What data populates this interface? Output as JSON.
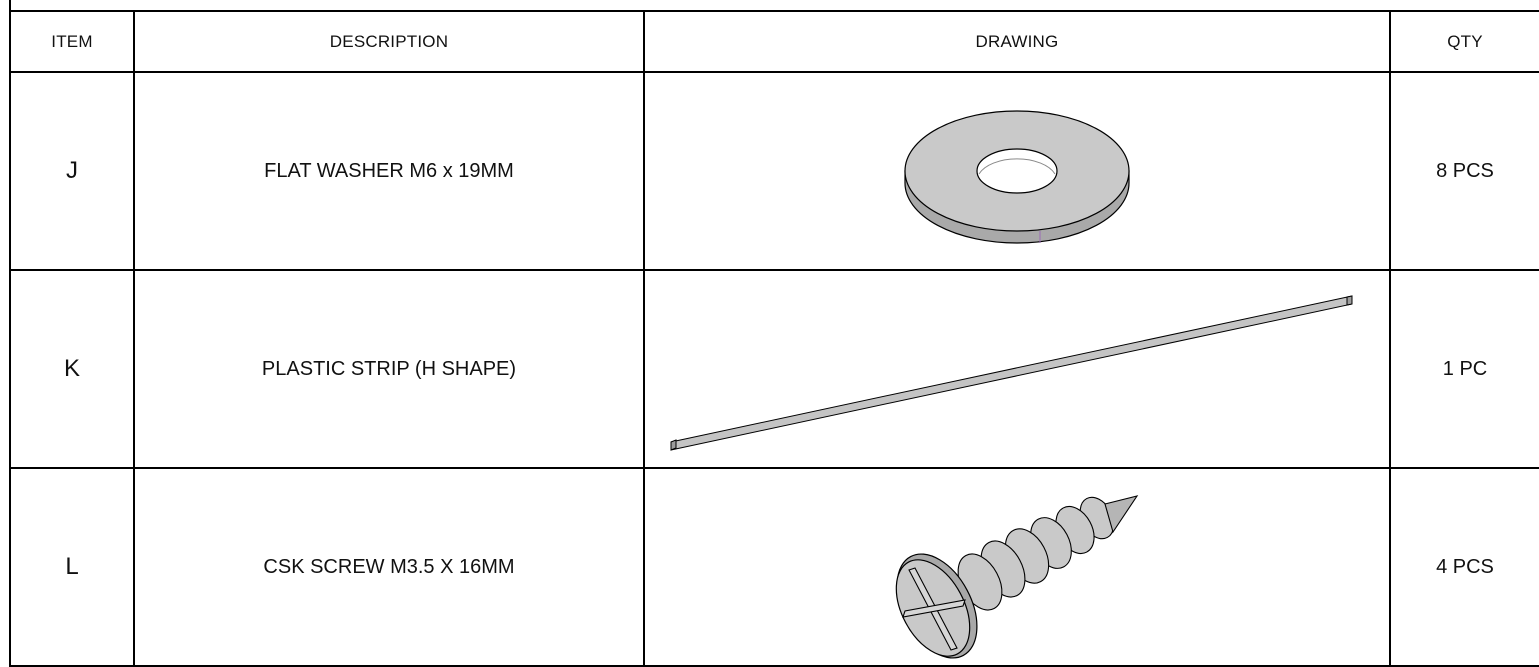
{
  "table": {
    "headers": {
      "item": "ITEM",
      "description": "DESCRIPTION",
      "drawing": "DRAWING",
      "qty": "QTY"
    },
    "rows": [
      {
        "item": "J",
        "description": "FLAT WASHER M6 x 19MM",
        "drawing_icon": "flat-washer-icon",
        "qty": "8 PCS"
      },
      {
        "item": "K",
        "description": "PLASTIC STRIP (H SHAPE)",
        "drawing_icon": "plastic-strip-icon",
        "qty": "1 PC"
      },
      {
        "item": "L",
        "description": "CSK SCREW M3.5 X 16MM",
        "drawing_icon": "csk-screw-icon",
        "qty": "4 PCS"
      }
    ]
  },
  "colors": {
    "line": "#000000",
    "part_fill": "#c9c9c9",
    "part_shade": "#a8a8a8"
  }
}
